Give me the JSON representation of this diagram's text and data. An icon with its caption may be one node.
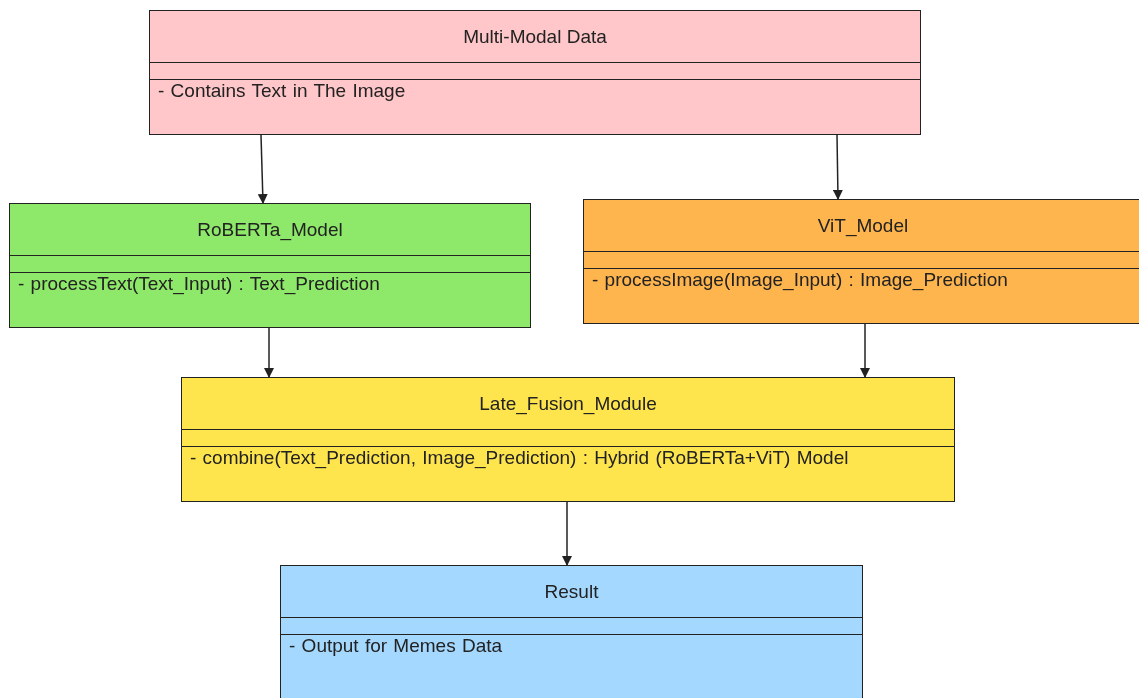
{
  "diagram": {
    "nodes": [
      {
        "text": [
          "Multi-Modal Data",
          "- Contains Text in The Image"
        ]
      },
      {
        "text": [
          "RoBERTa_Model",
          "- processText(Text_Input) : Text_Prediction"
        ]
      },
      {
        "text": [
          "ViT_Model",
          "- processImage(Image_Input) : Image_Prediction"
        ]
      },
      {
        "text": [
          "Late_Fusion_Module",
          "- combine(Text_Prediction, Image_Prediction) : Hybrid (RoBERTa+ViT) Model"
        ]
      },
      {
        "text": [
          "Result",
          "- Output for Memes Data"
        ]
      }
    ],
    "edges": [
      {
        "from": 0,
        "to": 1,
        "arrow": "to"
      },
      {
        "from": 0,
        "to": 2,
        "arrow": "to"
      },
      {
        "from": 1,
        "to": 3,
        "arrow": "to"
      },
      {
        "from": 2,
        "to": 3,
        "arrow": "to"
      },
      {
        "from": 3,
        "to": 4,
        "arrow": "to"
      }
    ]
  }
}
